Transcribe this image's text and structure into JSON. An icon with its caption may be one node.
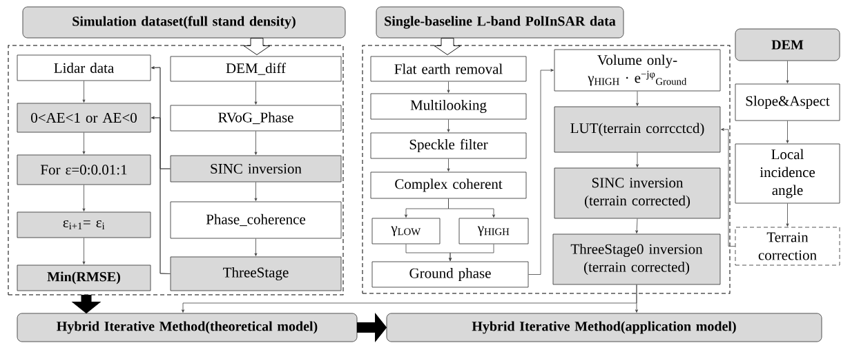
{
  "diagram": {
    "nodes": [
      {
        "text": [
          "Simulation dataset(full stand density)"
        ]
      },
      {
        "text": [
          "Single-baseline L-band PolInSAR data"
        ]
      },
      {
        "text": [
          "DEM"
        ]
      },
      {
        "text": [],
        "shape": "box"
      },
      {
        "text": [],
        "shape": "box"
      },
      {
        "text": [
          "Lidar data"
        ],
        "in": 3
      },
      {
        "text": [
          "0<AE<1 or AE<0"
        ],
        "in": 3
      },
      {
        "text": [
          "For ε=0:0.01:1"
        ],
        "in": 3
      },
      {
        "text": [
          "ε$_{i+1}$= ε$_{i}$"
        ],
        "in": 3
      },
      {
        "text": [
          "Min(RMSE)"
        ],
        "in": 3
      },
      {
        "text": [
          "DEM_diff"
        ],
        "in": 3
      },
      {
        "text": [
          "RVoG_Phase"
        ],
        "in": 3
      },
      {
        "text": [
          "SINC inversion"
        ],
        "in": 3
      },
      {
        "text": [
          "Phase_coherence"
        ],
        "in": 3
      },
      {
        "text": [
          "ThreeStage"
        ],
        "in": 3
      },
      {
        "text": [
          "Flat earth removal"
        ],
        "in": 4
      },
      {
        "text": [
          "Multilooking"
        ],
        "in": 4
      },
      {
        "text": [
          "Speckle filter"
        ],
        "in": 4
      },
      {
        "text": [
          "Complex coherent"
        ],
        "in": 4
      },
      {
        "text": [
          "γ$_{LOW}$"
        ],
        "in": 4
      },
      {
        "text": [
          "γ$_{HIGH}$"
        ],
        "in": 4
      },
      {
        "text": [
          "Ground phase"
        ],
        "in": 4
      },
      {
        "text": [
          "Volume only- γ$_{HIGH}$ · e$^{−jφ}$$_{Ground}$"
        ],
        "in": 4
      },
      {
        "text": [
          "LUT(terrain corrcctcd)"
        ],
        "in": 4
      },
      {
        "text": [
          "SINC inversion (terrain corrected)"
        ],
        "in": 4
      },
      {
        "text": [
          "ThreeStage0 inversion (terrain corrected)"
        ],
        "in": 4
      },
      {
        "text": [
          "Slope&Aspect"
        ]
      },
      {
        "text": [
          "Local incidence angle"
        ]
      },
      {
        "text": [
          "Terrain correction"
        ]
      },
      {
        "text": [
          "Hybrid Iterative Method(theoretical model)"
        ]
      },
      {
        "text": [
          "Hybrid Iterative Method(application model)"
        ]
      }
    ],
    "edges": [
      {
        "from": 0,
        "to": 3,
        "arrow": "to"
      },
      {
        "from": 1,
        "to": 4,
        "arrow": "to"
      },
      {
        "from": 5,
        "to": 6,
        "arrow": "to"
      },
      {
        "from": 6,
        "to": 7,
        "arrow": "to"
      },
      {
        "from": 7,
        "to": 8,
        "arrow": "to"
      },
      {
        "from": 8,
        "to": 9,
        "arrow": "to"
      },
      {
        "from": 10,
        "to": 11,
        "arrow": "to"
      },
      {
        "from": 11,
        "to": 12,
        "arrow": "to"
      },
      {
        "from": 12,
        "to": 13,
        "arrow": "to"
      },
      {
        "from": 13,
        "to": 14,
        "arrow": "to"
      },
      {
        "from": 12,
        "to": 5,
        "arrow": "to"
      },
      {
        "from": 12,
        "to": 6,
        "arrow": "to"
      },
      {
        "from": 14,
        "to": 5,
        "arrow": "to"
      },
      {
        "from": 14,
        "to": 6,
        "arrow": "to"
      },
      {
        "from": 15,
        "to": 16,
        "arrow": "to"
      },
      {
        "from": 16,
        "to": 17,
        "arrow": "to"
      },
      {
        "from": 17,
        "to": 18,
        "arrow": "to"
      },
      {
        "from": 18,
        "to": 19,
        "arrow": "to"
      },
      {
        "from": 18,
        "to": 20,
        "arrow": "to"
      },
      {
        "from": 19,
        "to": 21,
        "arrow": "to"
      },
      {
        "from": 20,
        "to": 21,
        "arrow": "to"
      },
      {
        "from": 21,
        "to": 22,
        "arrow": "to"
      },
      {
        "from": 22,
        "to": 23,
        "arrow": "to"
      },
      {
        "from": 23,
        "to": 24,
        "arrow": "to"
      },
      {
        "from": 24,
        "to": 25,
        "arrow": "to"
      },
      {
        "from": 28,
        "to": 23,
        "arrow": "to"
      },
      {
        "from": 2,
        "to": 26,
        "arrow": "to"
      },
      {
        "from": 26,
        "to": 27,
        "arrow": "to"
      },
      {
        "from": 27,
        "to": 28,
        "arrow": "to"
      },
      {
        "from": 25,
        "to": 29,
        "arrow": "to"
      },
      {
        "from": 25,
        "to": 30,
        "arrow": "to"
      },
      {
        "from": 3,
        "to": 29,
        "arrow": "to",
        "style": "thick"
      },
      {
        "from": 29,
        "to": 30,
        "arrow": "to",
        "style": "thick"
      }
    ]
  }
}
